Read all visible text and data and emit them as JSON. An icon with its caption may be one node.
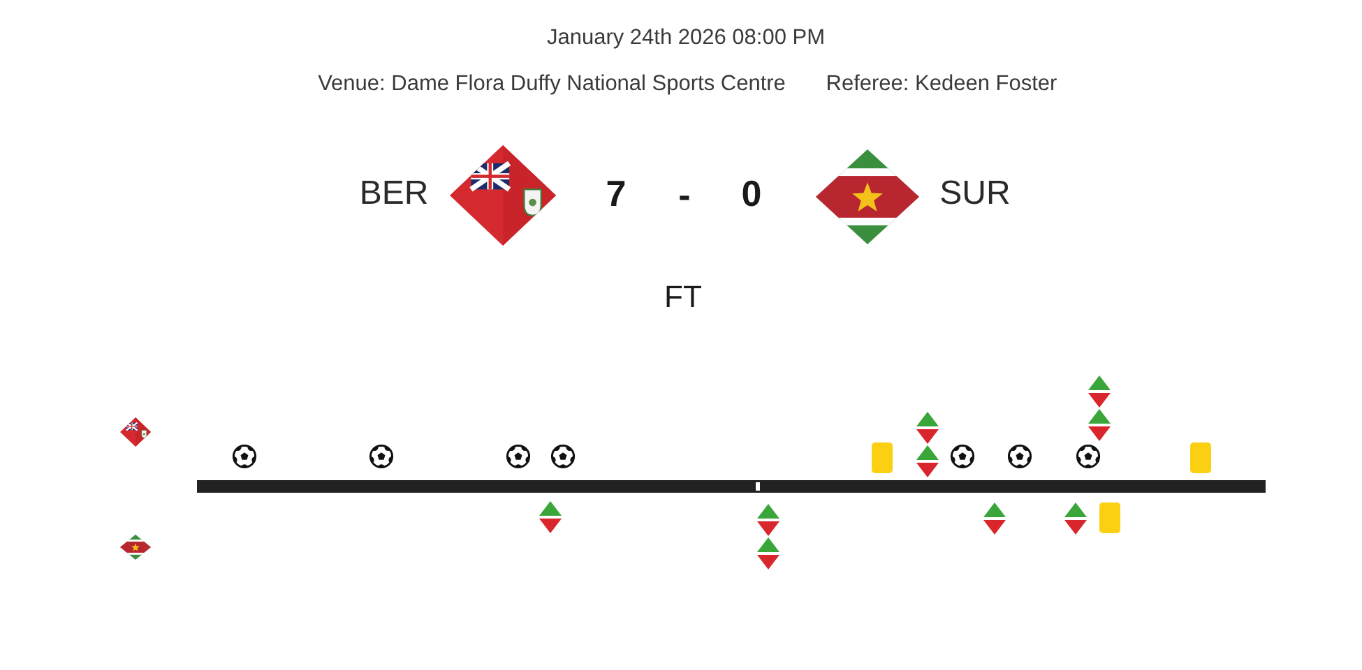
{
  "diagram": {
    "labels": [
      "January 24th 2026 08:00 PM",
      "Venue: Dame Flora Duffy National Sports Centre",
      "Referee: Kedeen Foster",
      "BER",
      "7",
      "-",
      "0",
      "SUR",
      "FT"
    ]
  }
}
